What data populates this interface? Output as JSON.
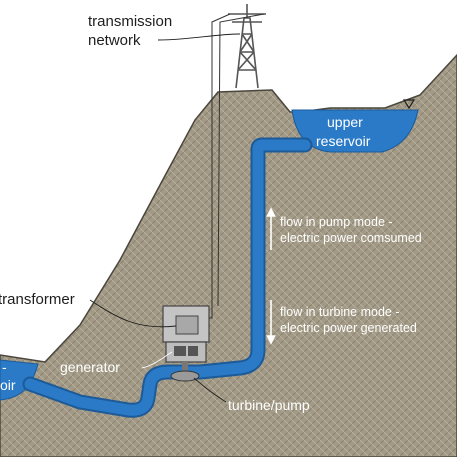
{
  "labels": {
    "transmission_line1": "transmission",
    "transmission_line2": "network",
    "upper_line1": "upper",
    "upper_line2": "reservoir",
    "pump_line1": "flow in pump mode -",
    "pump_line2": "electric power comsumed",
    "turbine_line1": "flow in turbine mode -",
    "turbine_line2": "electric power generated",
    "transformer": "transformer",
    "generator": "generator",
    "turbine_pump": "turbine/pump",
    "lower_line1": "-",
    "lower_line2": "oir"
  },
  "colors": {
    "ground": "#a29a86",
    "ground_edge": "#4a463c",
    "water": "#2a7ac7",
    "water_dark": "#1d5a98",
    "pipe": "#1f6fc0",
    "machine": "#c4c4c4",
    "tower": "#555555",
    "arrow": "#ffffff",
    "text": "#1e1e1e"
  }
}
